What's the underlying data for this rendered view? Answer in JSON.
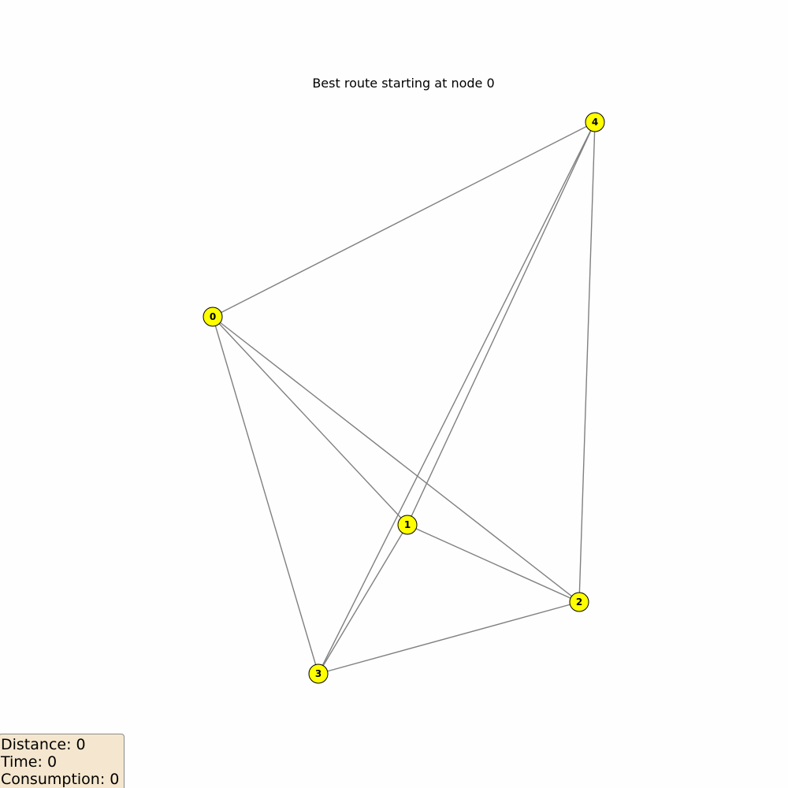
{
  "title": "Best route starting at node 0",
  "colors": {
    "node_fill": "#ffff00",
    "node_stroke": "#000000",
    "edge": "#808080",
    "stats_background": "#f5e7cf"
  },
  "graph": {
    "nodes": [
      {
        "id": "0",
        "label": "0"
      },
      {
        "id": "1",
        "label": "1"
      },
      {
        "id": "2",
        "label": "2"
      },
      {
        "id": "3",
        "label": "3"
      },
      {
        "id": "4",
        "label": "4"
      }
    ],
    "edges": [
      [
        "0",
        "4"
      ],
      [
        "0",
        "1"
      ],
      [
        "0",
        "2"
      ],
      [
        "0",
        "3"
      ],
      [
        "1",
        "4"
      ],
      [
        "1",
        "2"
      ],
      [
        "1",
        "3"
      ],
      [
        "2",
        "3"
      ],
      [
        "2",
        "4"
      ],
      [
        "3",
        "4"
      ]
    ]
  },
  "stats": {
    "distance": "Distance: 0",
    "time": "Time: 0",
    "consumption": "Consumption: 0"
  }
}
